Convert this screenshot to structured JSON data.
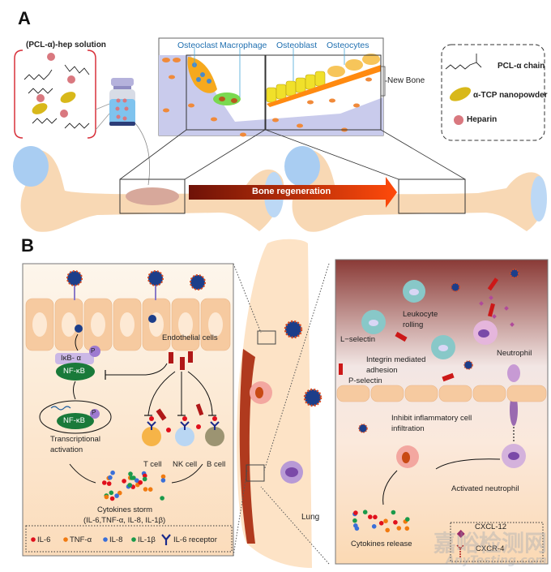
{
  "figure": {
    "panel_a": {
      "letter": "A",
      "solution_label": "(PCL-α)-hep solution",
      "cells": {
        "osteoclast": "Osteoclast",
        "macrophage": "Macrophage",
        "osteoblast": "Osteoblast",
        "osteocytes": "Osteocytes",
        "new_bone": "New Bone"
      },
      "legend": {
        "pcl_chain": "PCL-α  chain",
        "tcp": "α-TCP nanopowder",
        "heparin": "Heparin"
      },
      "arrow_label": "Bone regeneration",
      "colors": {
        "arrow_start": "#6e1208",
        "arrow_end": "#ff4a0a",
        "bone": "#f8d8b4",
        "cartilage": "#a9cdf2",
        "heparin": "#d9787f",
        "tcp": "#d8b81a"
      }
    },
    "panel_b": {
      "letter": "B",
      "left": {
        "endothelial": "Endothelial cells",
        "ikb": "IκB- α",
        "phospho": "P",
        "nfkb": "NF-κB",
        "transcription": "Transcriptional\nactivation",
        "transcription_line1": "Transcriptional",
        "transcription_line2": "activation",
        "t_cell": "T cell",
        "nk_cell": "NK cell",
        "b_cell": "B cell",
        "storm_line1": "Cytokines storm",
        "storm_line2": "(IL-6,TNF-α,  IL-8, IL-1β)",
        "legend": [
          {
            "label": "IL-6",
            "color": "#e0101c"
          },
          {
            "label": "TNF-α",
            "color": "#f07a10"
          },
          {
            "label": "IL-8",
            "color": "#3a6fd8"
          },
          {
            "label": "IL-1β",
            "color": "#1a9a4a"
          }
        ],
        "receptor_label": "IL-6 receptor"
      },
      "middle": {
        "lung": "Lung"
      },
      "right": {
        "leukocyte_line1": "Leukocyte",
        "leukocyte_line2": "rolling",
        "l_selectin": "L−selectin",
        "integrin_line1": "Integrin mediated",
        "integrin_line2": "adhesion",
        "p_selectin": "P-selectin",
        "neutrophil": "Neutrophil",
        "inhibit_line1": "Inhibit inflammatory  cell",
        "inhibit_line2": "infiltration",
        "activated": "Activated  neutrophil",
        "release": "Cytokines release",
        "cxcl": "CXCL-12",
        "cxcr": "CXCR-4"
      }
    },
    "watermark": {
      "line1": "嘉峪检测网",
      "line2": "AnyTesting.com"
    }
  }
}
